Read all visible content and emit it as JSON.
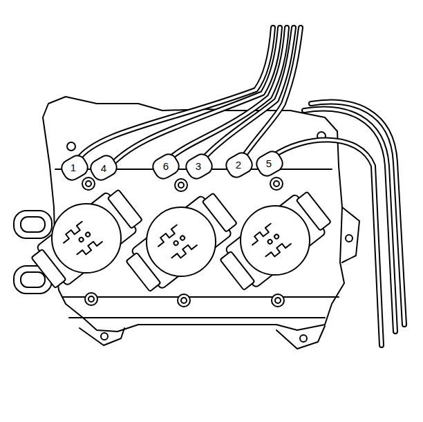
{
  "diagram": {
    "labels": [
      "1",
      "4",
      "6",
      "3",
      "2",
      "5"
    ]
  }
}
